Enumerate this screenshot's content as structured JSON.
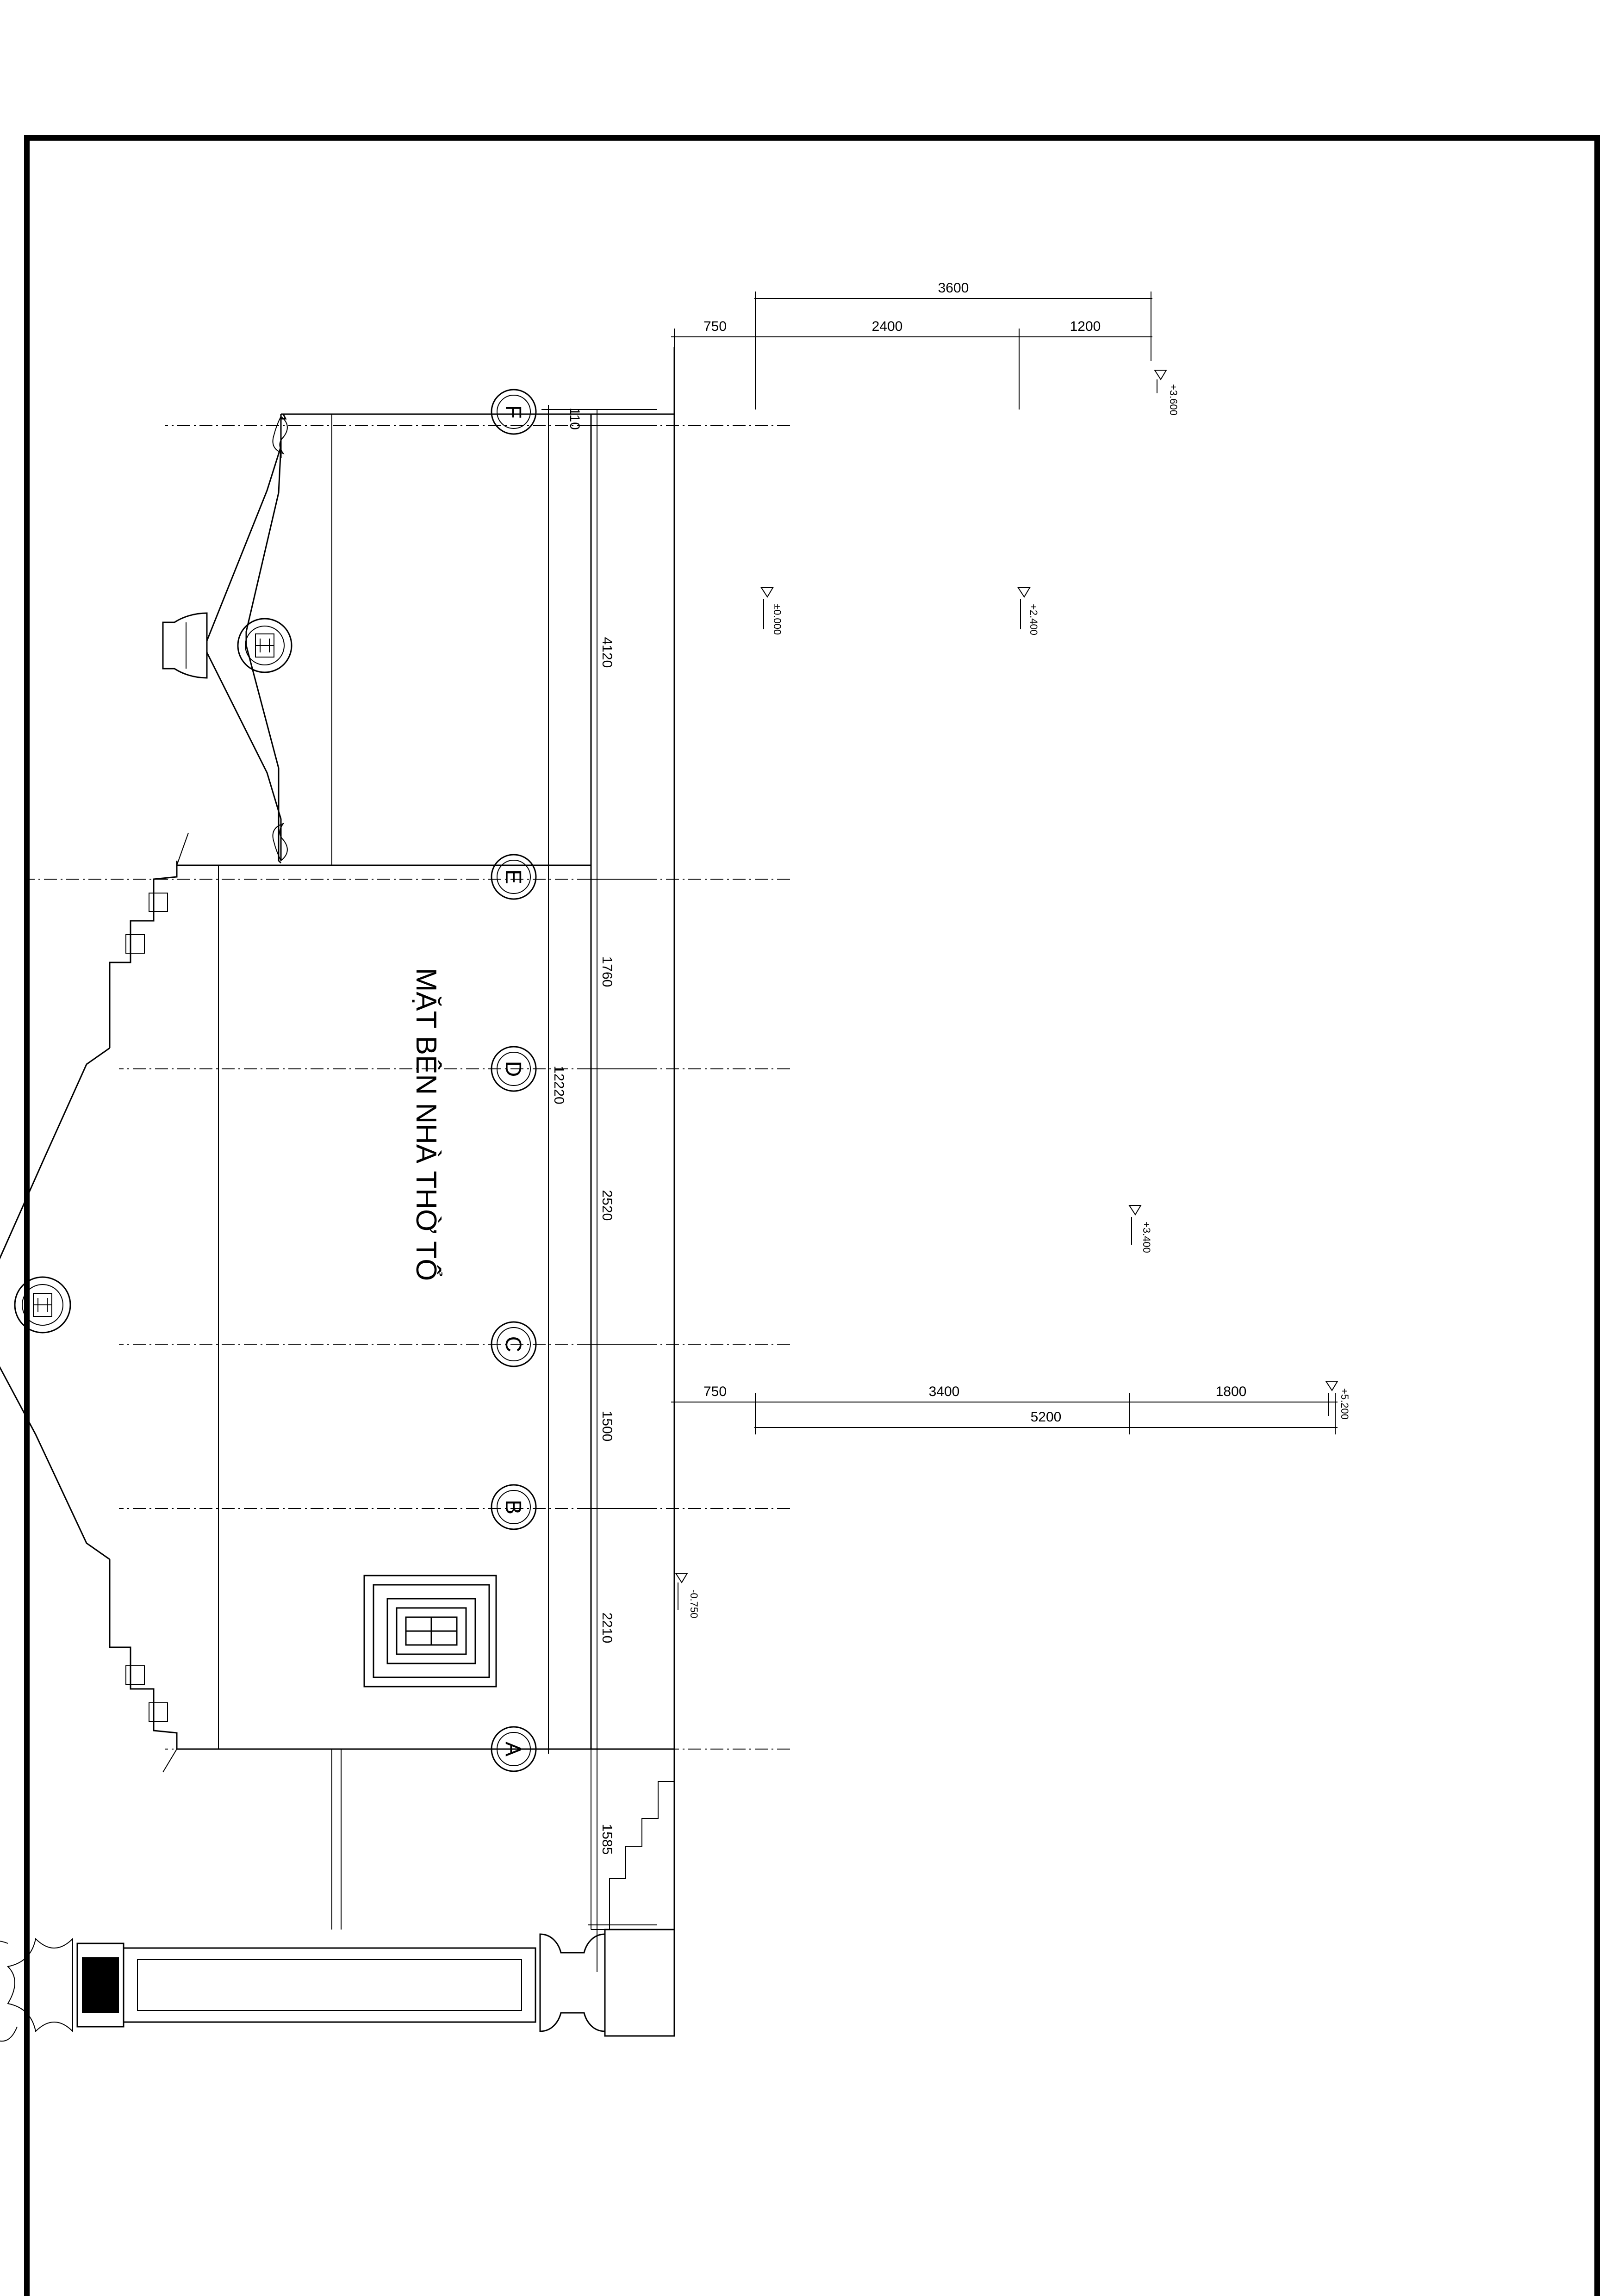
{
  "drawing": {
    "title": "MẶT BÊN NHÀ THỜ TỔ",
    "axis_labels": [
      "A",
      "B",
      "C",
      "D",
      "E",
      "F"
    ]
  },
  "dims_left": {
    "d110": "110",
    "d4120": "4120",
    "d1760": "1760",
    "d2520": "2520",
    "d1500": "1500",
    "d2210": "2210",
    "d1585": "1585",
    "total": "12220"
  },
  "dims_upper": {
    "d3600": "3600",
    "d750": "750",
    "d2400": "2400",
    "d1200": "1200"
  },
  "dims_lower": {
    "d750": "750",
    "d3400": "3400",
    "d1800": "1800",
    "d5200": "5200"
  },
  "levels": {
    "l3600": "+3.600",
    "l000": "±0.000",
    "l2400": "+2.400",
    "l3400": "+3.400",
    "l5200": "+5.200",
    "lm075": "-0.750"
  }
}
